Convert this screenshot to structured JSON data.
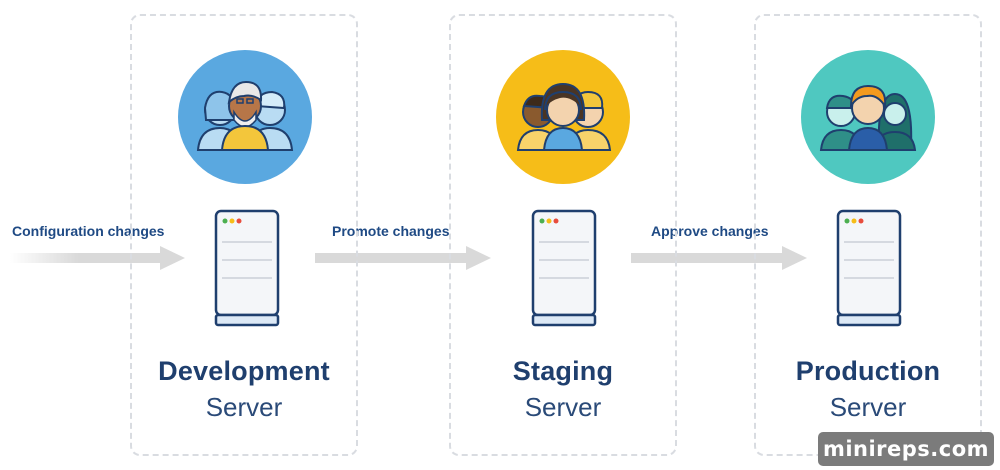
{
  "stages": [
    {
      "title": "Development",
      "subtitle": "Server",
      "circle_color": "#5aa8e0",
      "avatar_icon": "developers-group-icon"
    },
    {
      "title": "Staging",
      "subtitle": "Server",
      "circle_color": "#f6bd18",
      "avatar_icon": "testers-group-icon"
    },
    {
      "title": "Production",
      "subtitle": "Server",
      "circle_color": "#4fc8c0",
      "avatar_icon": "users-group-icon"
    }
  ],
  "arrows": [
    {
      "label": "Configuration changes"
    },
    {
      "label": "Promote changes"
    },
    {
      "label": "Approve changes"
    }
  ],
  "colors": {
    "title": "#1f3f6e",
    "arrow_label": "#1f4a84",
    "arrow": "#d9d9d9",
    "server_outline": "#1f3f6e",
    "server_body": "#f4f6f9",
    "dashed_border": "#d9dce1"
  },
  "watermark": "minireps.com"
}
